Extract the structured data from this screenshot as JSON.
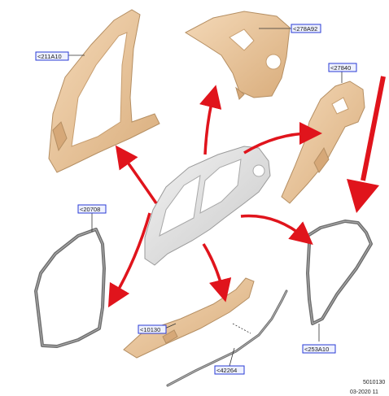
{
  "part_codes": {
    "a_pillar": "<211A10",
    "rear_upper": "<278A92",
    "rear_quarter": "<27840",
    "front_seal": "<20708",
    "sill": "<10130",
    "rear_seal": "<253A10",
    "sill_strip": "<42264"
  },
  "footer": {
    "ref_number": "5010130",
    "date": "03-2020  11"
  },
  "colors": {
    "part_fill": "#e8c39a",
    "part_stroke": "#b58f63",
    "body_fill": "#dcdcdc",
    "seal": "#6d6d6d",
    "arrow": "#e0141c",
    "tag_border": "#2a3bd6"
  }
}
